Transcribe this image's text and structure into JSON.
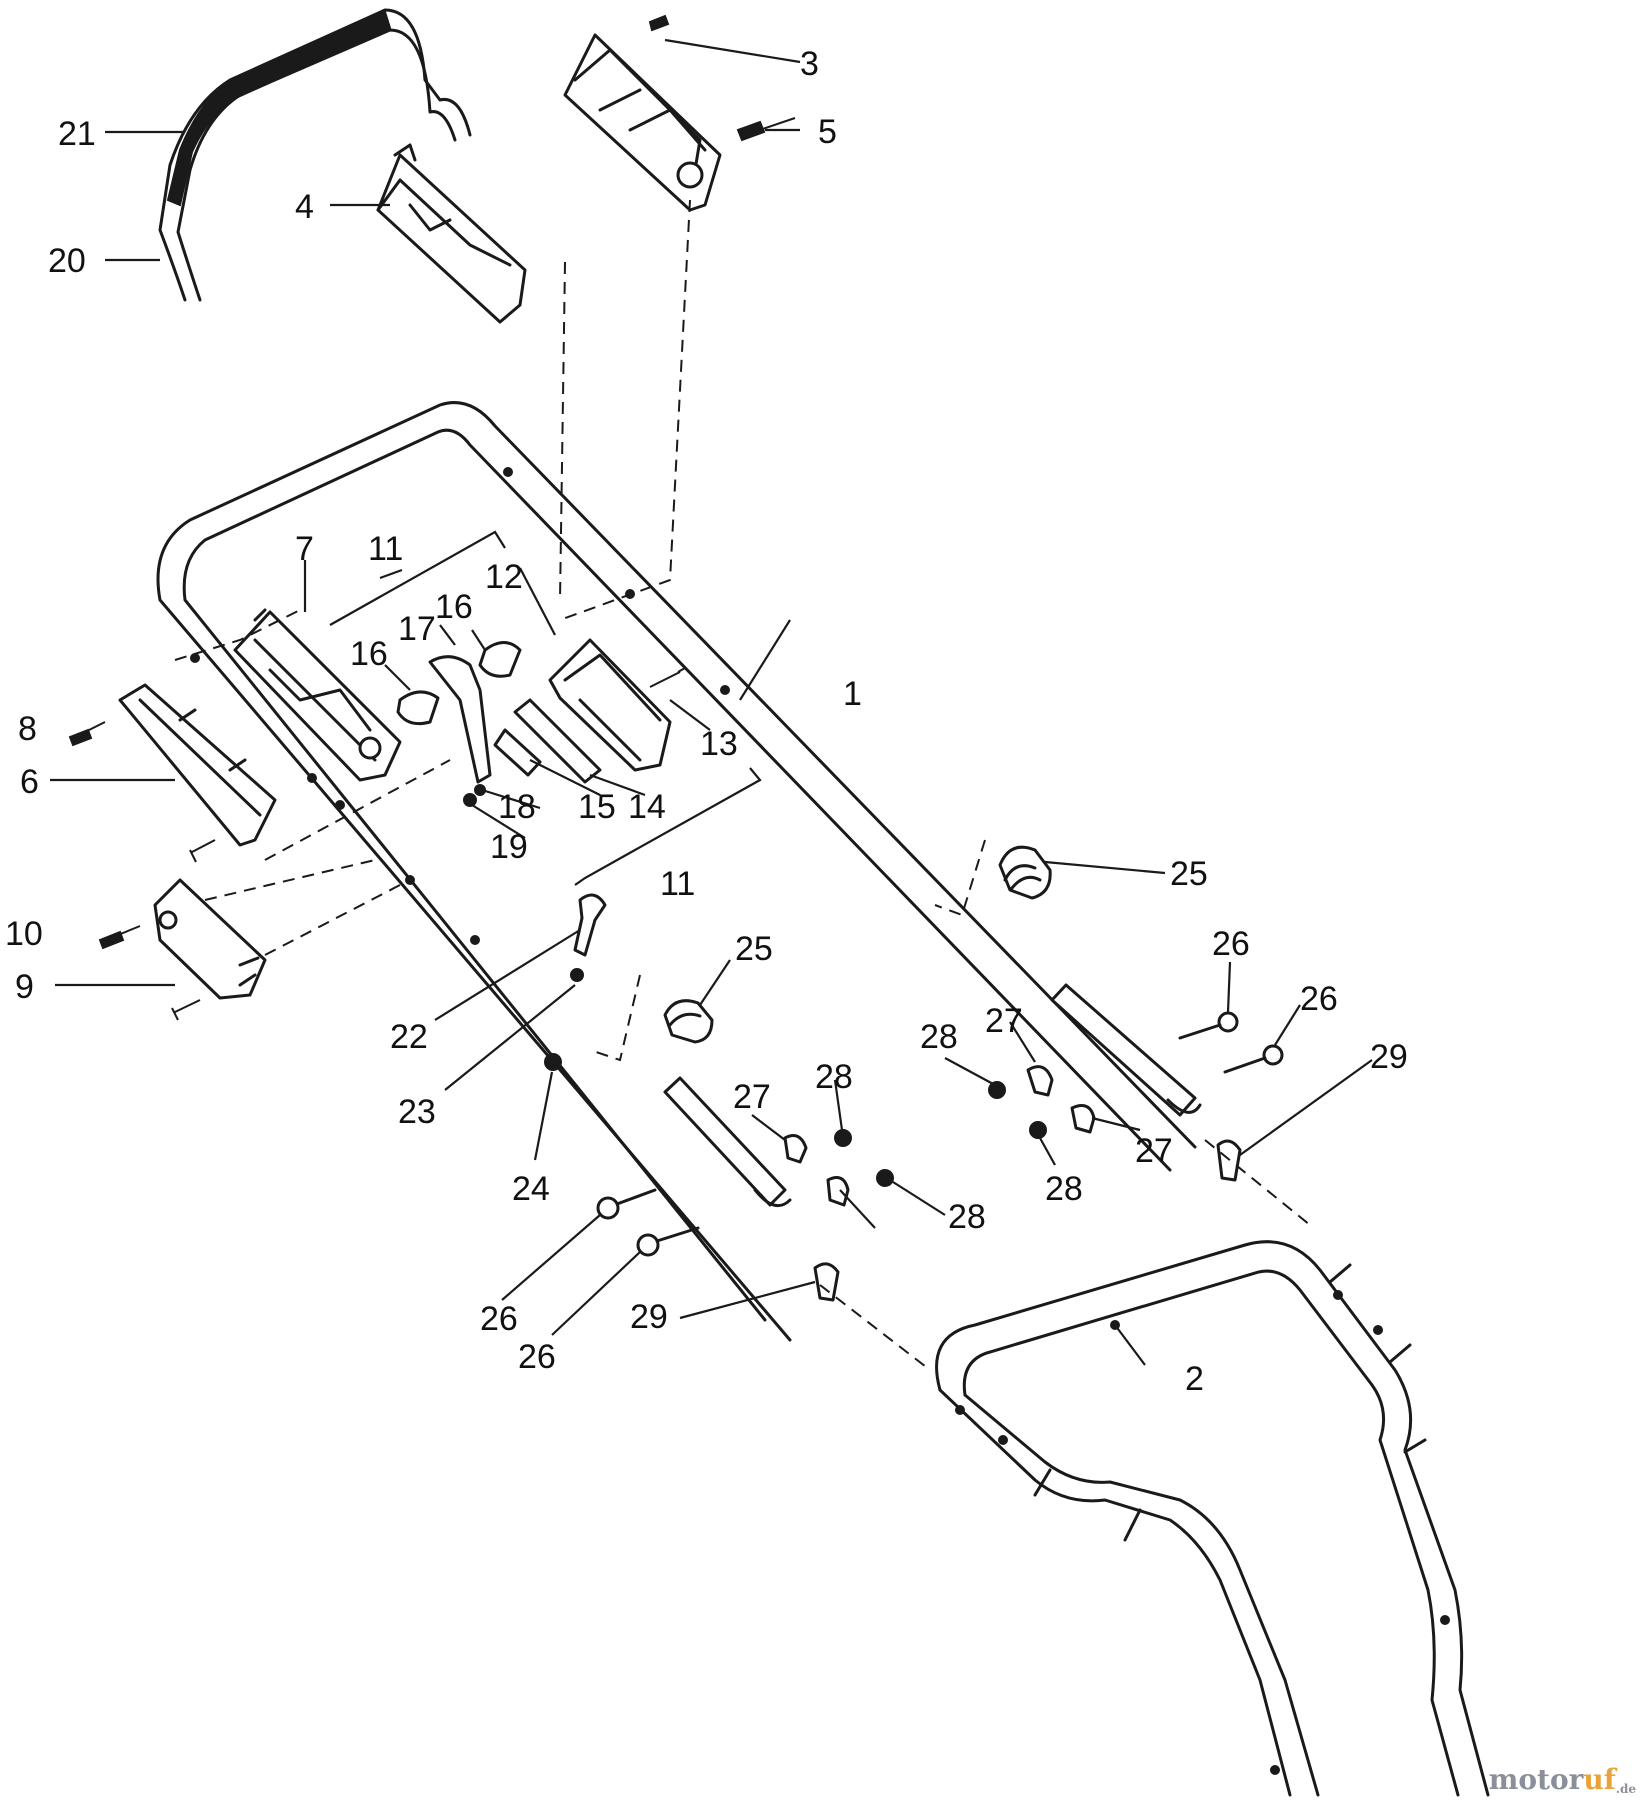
{
  "callouts": {
    "c1": "1",
    "c2": "2",
    "c3": "3",
    "c4": "4",
    "c5": "5",
    "c6": "6",
    "c7": "7",
    "c8": "8",
    "c9": "9",
    "c10": "10",
    "c11a": "11",
    "c11b": "11",
    "c12": "12",
    "c13": "13",
    "c14": "14",
    "c15": "15",
    "c16a": "16",
    "c16b": "16",
    "c17": "17",
    "c18": "18",
    "c19": "19",
    "c20": "20",
    "c21": "21",
    "c22": "22",
    "c23": "23",
    "c24": "24",
    "c25a": "25",
    "c25b": "25",
    "c26a": "26",
    "c26b": "26",
    "c26c": "26",
    "c26d": "26",
    "c27a": "27",
    "c27b": "27",
    "c27c": "27",
    "c28a": "28",
    "c28b": "28",
    "c28c": "28",
    "c28d": "28",
    "c29a": "29",
    "c29b": "29"
  },
  "watermark": {
    "brand": "motor",
    "accent": "uf",
    "suffix": ".de"
  },
  "colors": {
    "line": "#1a1a1a",
    "background": "#ffffff",
    "watermark_gray": "#8a8f99",
    "watermark_orange": "#e8a33a"
  }
}
